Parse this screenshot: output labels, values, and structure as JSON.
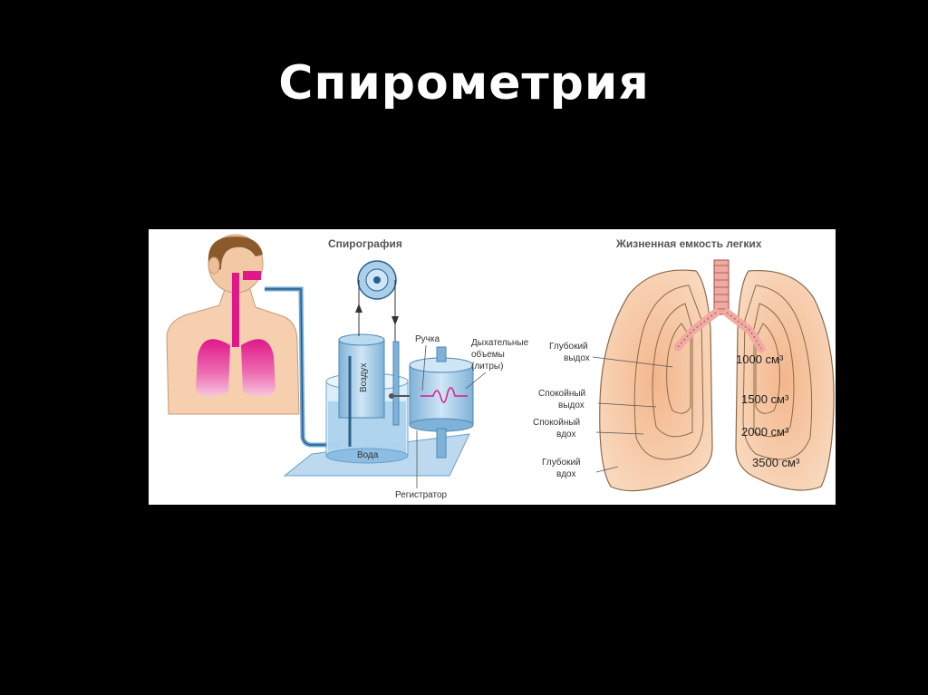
{
  "slide": {
    "title": "Спирометрия"
  },
  "spirography": {
    "title": "Спирография",
    "labels": {
      "air": "Воздух",
      "water": "Вода",
      "pen": "Ручка",
      "volumes_line1": "Дыхательные",
      "volumes_line2": "объемы",
      "volumes_line3": "(литры)",
      "recorder": "Регистратор"
    }
  },
  "vital_capacity": {
    "title": "Жизненная емкость легких",
    "left_labels": [
      {
        "line1": "Глубокий",
        "line2": "выдох"
      },
      {
        "line1": "Спокойный",
        "line2": "выдох"
      },
      {
        "line1": "Спокойный",
        "line2": "вдох"
      },
      {
        "line1": "Глубокий",
        "line2": "вдох"
      }
    ],
    "volumes": [
      "1000 см³",
      "1500 см³",
      "2000 см³",
      "3500 см³"
    ]
  },
  "colors": {
    "lungs_pink": "#e0188a",
    "water_blue": "#9cc9ea",
    "lung_tissue": "#f6c9a4"
  }
}
